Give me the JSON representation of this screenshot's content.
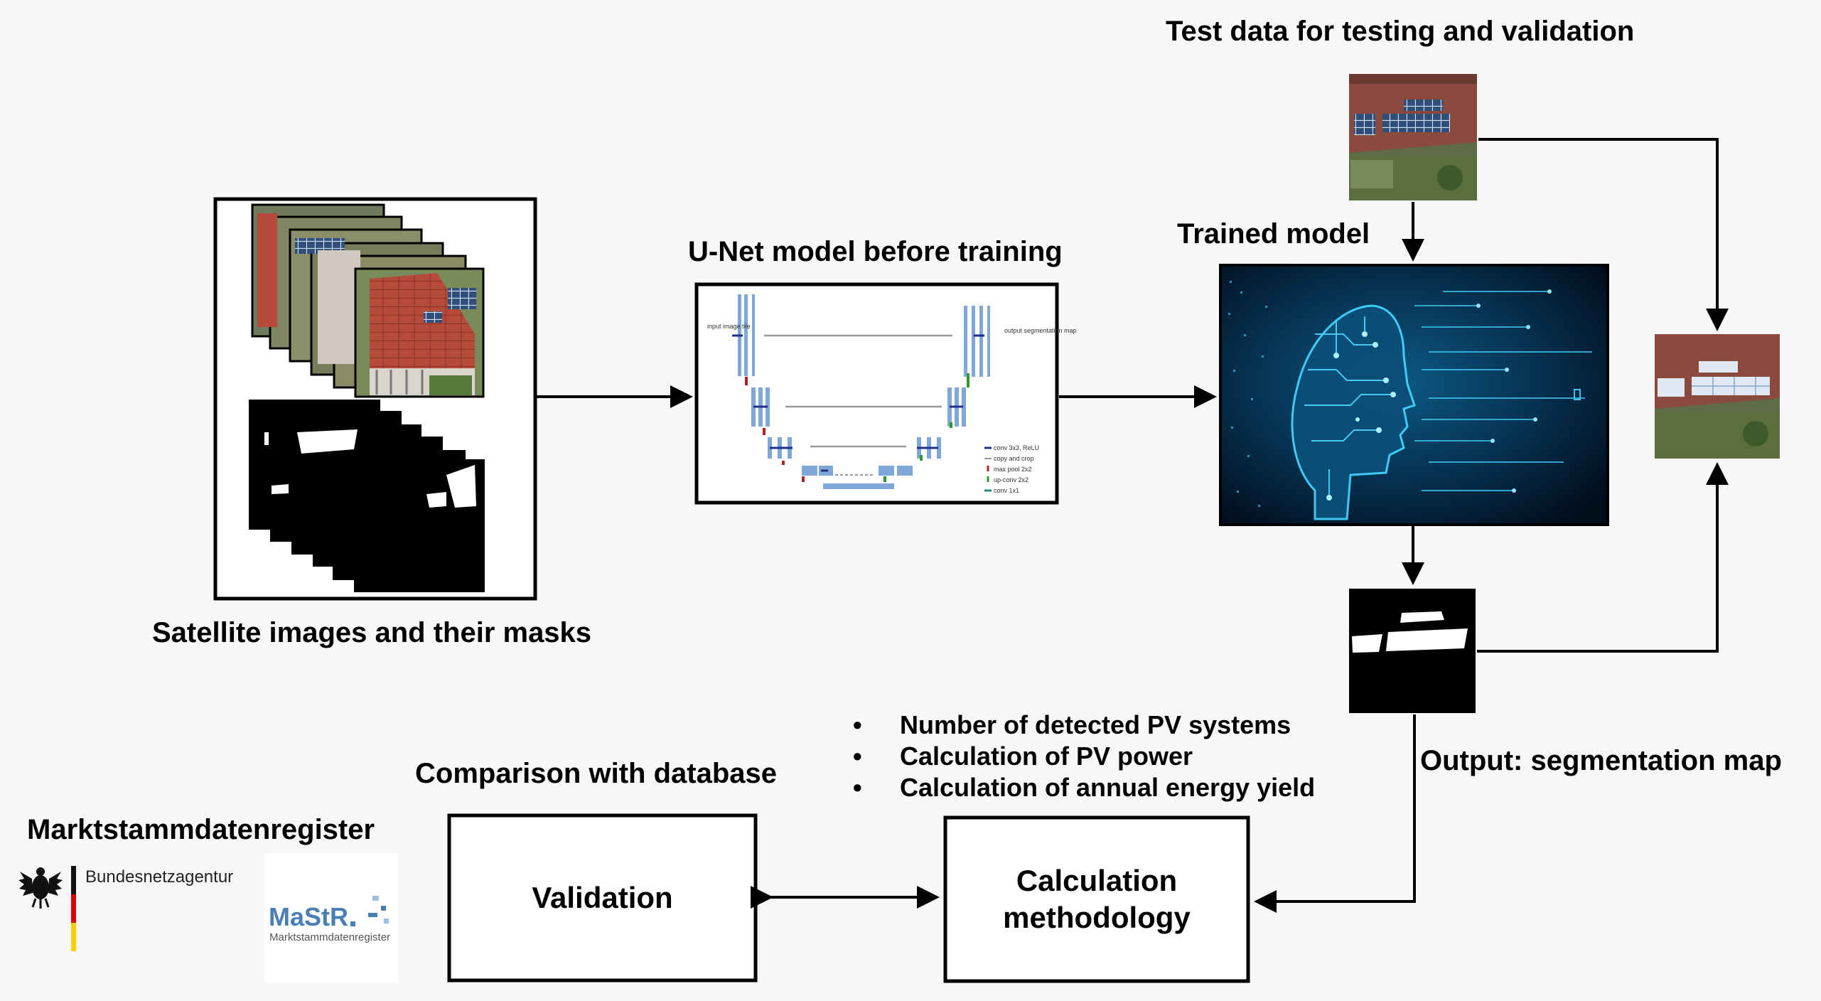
{
  "labels": {
    "test_data": "Test data for testing and validation",
    "unet_title": "U-Net model before training",
    "trained_model": "Trained model",
    "satellite": "Satellite images and their masks",
    "output": "Output: segmentation map",
    "comparison": "Comparison with database",
    "mastr_title": "Marktstammdatenregister"
  },
  "boxes": {
    "validation": "Validation",
    "calc_line1": "Calculation",
    "calc_line2": "methodology"
  },
  "bullets": [
    "Number of detected PV systems",
    "Calculation of PV power",
    "Calculation of annual energy yield"
  ],
  "unet": {
    "input_label": "input image tile",
    "output_label": "output segmentation map",
    "legend": [
      "conv 3x3, ReLU",
      "copy and crop",
      "max pool 2x2",
      "up-conv 2x2",
      "conv 1x1"
    ]
  },
  "logos": {
    "bnetza": "Bundesnetzagentur",
    "mastr_main": "MaStR",
    "mastr_sub": "Marktstammdatenregister"
  },
  "colors": {
    "roof": "#b64b3c",
    "mask_white": "#ffffff",
    "mask_black": "#000000",
    "ai_bg": "#021528",
    "ai_glow": "#29c8ef",
    "unet_blue": "#7ea6d6",
    "mastr_blue": "#4a7fb6",
    "flag_red": "#dd0000",
    "flag_gold": "#ffce00"
  }
}
